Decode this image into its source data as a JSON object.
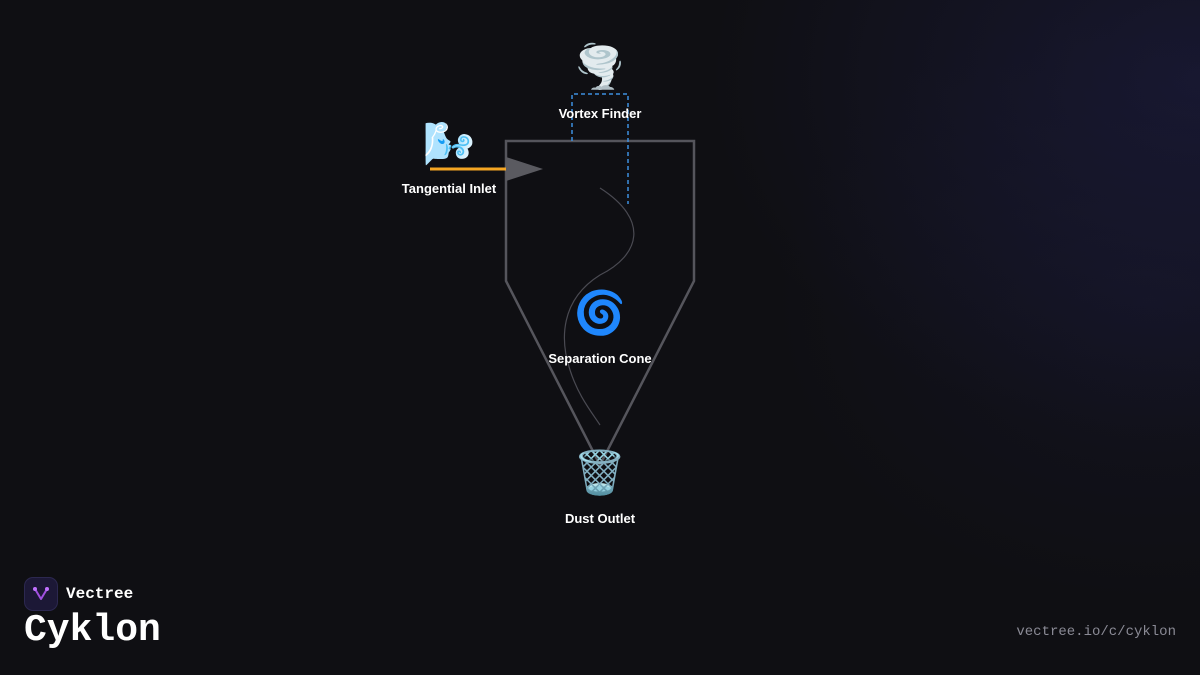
{
  "diagram": {
    "nodes": {
      "vortex_finder": {
        "label": "Vortex Finder",
        "icon": "tornado-icon",
        "glyph": "🌪️"
      },
      "tangential_inlet": {
        "label": "Tangential Inlet",
        "icon": "dashing-wind-icon",
        "glyph": "🌬️"
      },
      "separation_cone": {
        "label": "Separation Cone",
        "icon": "cyclone-icon",
        "glyph": "🌀"
      },
      "dust_outlet": {
        "label": "Dust Outlet",
        "icon": "wastebasket-icon",
        "glyph": "🗑️"
      }
    },
    "colors": {
      "body_outline": "#55555c",
      "inlet_arrow": "#f5a623",
      "arrow_head": "#5a5a60",
      "vortex_dashed": "#3d8fe0",
      "swirl_path": "#4a4a52"
    }
  },
  "branding": {
    "brand_name": "Vectree",
    "app_title": "Cyklon",
    "url": "vectree.io/c/cyklon",
    "accent": "#a050e0"
  }
}
